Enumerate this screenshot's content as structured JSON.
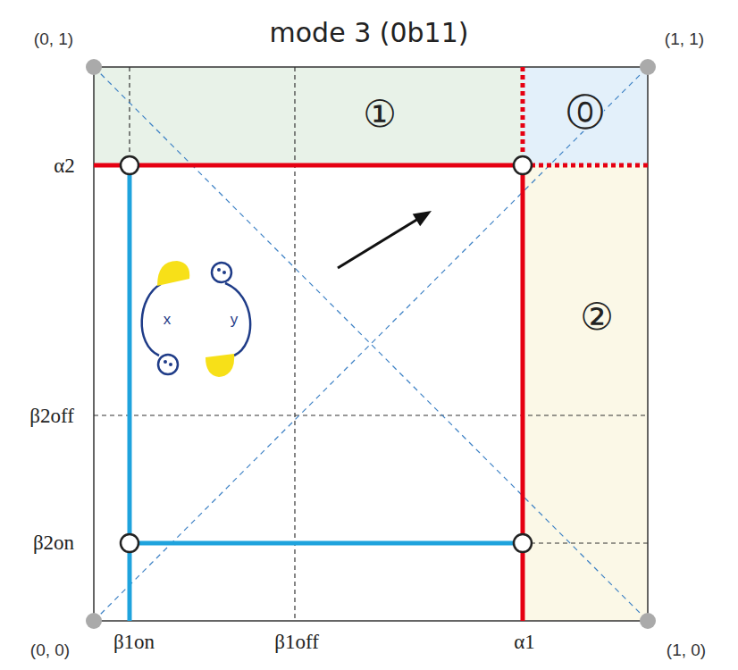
{
  "diagram": {
    "title": "mode 3 (0b11)",
    "nodes": [
      {
        "text": [
          "①"
        ]
      },
      {
        "text": [
          "⓪"
        ]
      },
      {
        "text": [
          "②"
        ]
      }
    ],
    "labels": [
      "(0, 1)",
      "(1, 1)",
      "α2",
      "β2off",
      "β2on",
      "x",
      "y",
      "(0, 0)",
      "β1on",
      "β1off",
      "α1",
      "(1, 0)"
    ]
  }
}
